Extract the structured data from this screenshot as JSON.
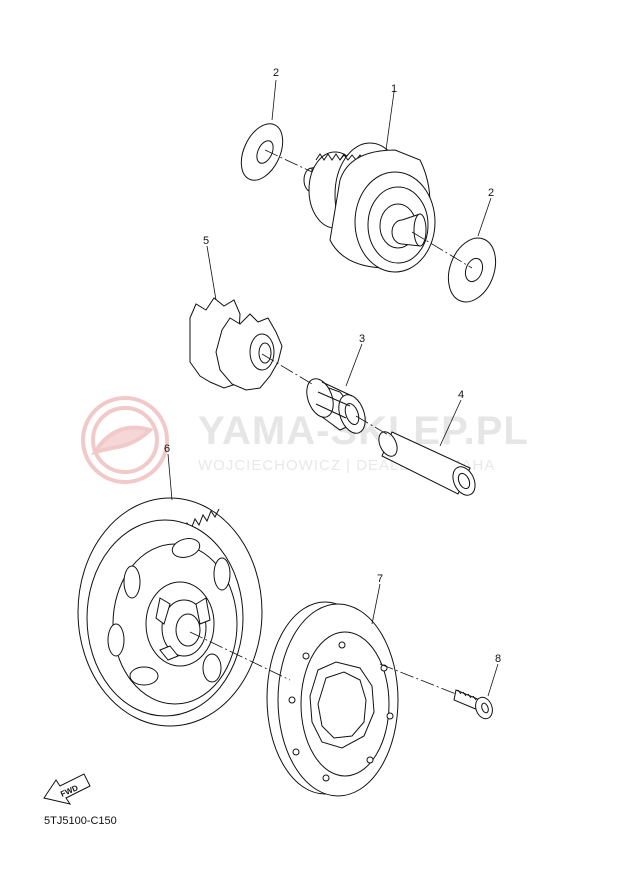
{
  "watermark": {
    "title": "YAMA-SKLEP.PL",
    "subtitle": "WOJCIECHOWICZ | DEALER YAMAHA"
  },
  "callouts": [
    "1",
    "2",
    "2",
    "3",
    "4",
    "5",
    "6",
    "7",
    "8"
  ],
  "fwd_label": "FWD",
  "diagram_code": "5TJ5100-C150",
  "colors": {
    "line": "#111111",
    "watermark": "#e6e6e6",
    "watermark_logo": "#f2c9c9"
  }
}
